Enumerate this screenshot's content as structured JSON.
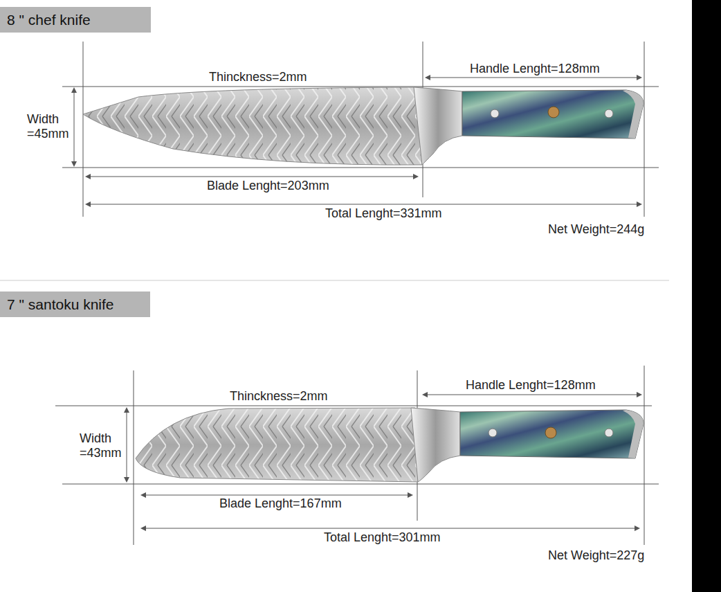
{
  "diagram": {
    "nodes": [
      {
        "text": [
          "8 \" chef knife"
        ]
      },
      {
        "text": [
          "7 \" santoku knife"
        ]
      }
    ],
    "labels": [
      "Thinckness=2mm",
      "Handle Lenght=128mm",
      "Width =45mm",
      "Blade Lenght=203mm",
      "Total Lenght=331mm",
      "Net Weight=244g",
      "Thinckness=2mm",
      "Handle Lenght=128mm",
      "Width =43mm",
      "Blade Lenght=167mm",
      "Total Lenght=301mm",
      "Net Weight=227g"
    ]
  }
}
